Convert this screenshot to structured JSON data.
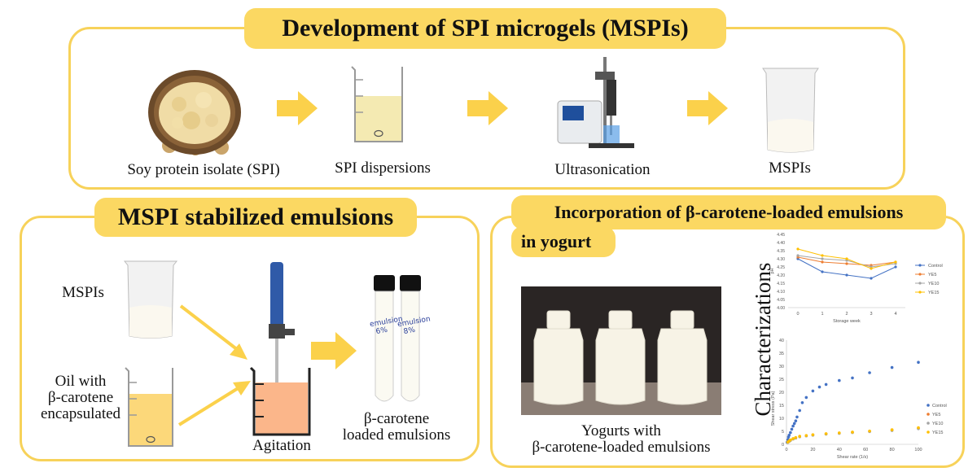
{
  "top": {
    "title": "Development of SPI microgels (MSPIs)",
    "steps": [
      "Soy protein isolate (SPI)",
      "SPI dispersions",
      "Ultrasonication",
      "MSPIs"
    ]
  },
  "left": {
    "title": "MSPI stabilized emulsions",
    "mspis": "MSPIs",
    "oil_line1": "Oil  with",
    "oil_line2": "β-carotene",
    "oil_line3": "encapsulated",
    "agitation": "Agitation",
    "tube_labels": [
      "emulsion 6%",
      "emulsion 8%"
    ],
    "result_line1": "β-carotene",
    "result_line2": "loaded emulsions"
  },
  "right": {
    "title_line1": "Incorporation of β-carotene-loaded emulsions",
    "title_line2": "in yogurt",
    "yogurt_line1": "Yogurts with",
    "yogurt_line2": "β-carotene-loaded emulsions",
    "side_label": "Characterizations"
  },
  "colors": {
    "panel_border": "#f7d25a",
    "tag_fill": "#fbd862",
    "arrow": "#fbd14b"
  },
  "chart_data": [
    {
      "type": "line",
      "xlabel": "Storage week",
      "ylabel": "pH",
      "x": [
        0,
        1,
        2,
        3,
        4
      ],
      "ylim": [
        4.0,
        4.45
      ],
      "yticks": [
        "4.45",
        "4.40",
        "4.35",
        "4.30",
        "4.25",
        "4.20",
        "4.15",
        "4.10",
        "4.05",
        "4.00"
      ],
      "series": [
        {
          "name": "Control",
          "color": "#4472c4",
          "values": [
            4.3,
            4.22,
            4.2,
            4.18,
            4.25
          ]
        },
        {
          "name": "YE5",
          "color": "#ed7d31",
          "values": [
            4.31,
            4.28,
            4.27,
            4.26,
            4.28
          ]
        },
        {
          "name": "YE10",
          "color": "#a5a5a5",
          "values": [
            4.32,
            4.3,
            4.29,
            4.25,
            4.27
          ]
        },
        {
          "name": "YE15",
          "color": "#ffc000",
          "values": [
            4.36,
            4.32,
            4.3,
            4.24,
            4.28
          ]
        }
      ]
    },
    {
      "type": "scatter",
      "xlabel": "Shear rate (1/s)",
      "ylabel": "Shear stress (Pa)",
      "xlim": [
        0,
        100
      ],
      "ylim": [
        0,
        40
      ],
      "xticks": [
        0,
        20,
        40,
        60,
        80,
        100
      ],
      "yticks": [
        0,
        5,
        10,
        15,
        20,
        25,
        30,
        35,
        40
      ],
      "series": [
        {
          "name": "Control",
          "color": "#4472c4",
          "x": [
            0.5,
            1,
            1.5,
            2,
            3,
            4,
            5,
            6,
            7,
            8,
            10,
            12,
            15,
            20,
            25,
            30,
            40,
            50,
            63,
            80,
            100
          ],
          "y": [
            0.8,
            1.8,
            2.8,
            3.5,
            4.5,
            5.8,
            7,
            8,
            9,
            10.5,
            13,
            16,
            18,
            20.5,
            22,
            23,
            24.5,
            25.5,
            27.5,
            29.5,
            31.5
          ]
        },
        {
          "name": "YE5",
          "color": "#ed7d31",
          "x": [
            1,
            2,
            3,
            5,
            7,
            10,
            15,
            20,
            30,
            40,
            50,
            63,
            80,
            100
          ],
          "y": [
            0.8,
            1.2,
            1.6,
            2.1,
            2.5,
            3,
            3.3,
            3.6,
            4,
            4.3,
            4.6,
            5,
            5.5,
            6.2
          ]
        },
        {
          "name": "YE10",
          "color": "#a5a5a5",
          "x": [
            1,
            2,
            3,
            5,
            7,
            10,
            15,
            20,
            30,
            40,
            50,
            63,
            80,
            100
          ],
          "y": [
            0.7,
            1.1,
            1.5,
            2,
            2.4,
            2.9,
            3.2,
            3.5,
            3.9,
            4.2,
            4.5,
            4.9,
            5.3,
            6
          ]
        },
        {
          "name": "YE15",
          "color": "#ffc000",
          "x": [
            1,
            2,
            3,
            5,
            7,
            10,
            15,
            20,
            30,
            40,
            50,
            63,
            80,
            100
          ],
          "y": [
            0.9,
            1.3,
            1.7,
            2.2,
            2.6,
            3.1,
            3.4,
            3.7,
            4.1,
            4.4,
            4.7,
            5.1,
            5.6,
            6.4
          ]
        }
      ]
    }
  ]
}
